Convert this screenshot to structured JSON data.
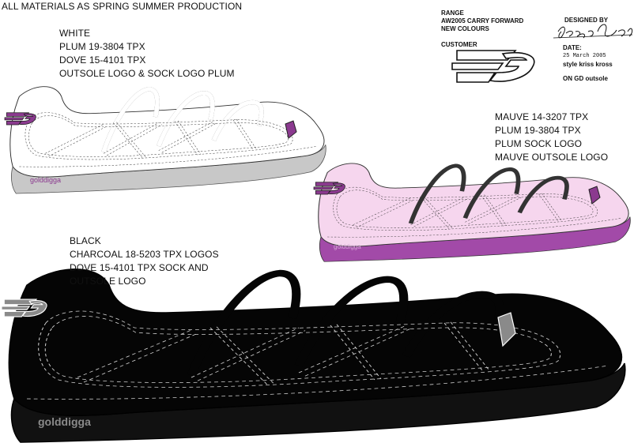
{
  "header": {
    "production_note": "ALL MATERIALS AS SPRING SUMMER PRODUCTION"
  },
  "range_block": {
    "label": "RANGE",
    "line1": "AW2005 CARRY FORWARD",
    "line2": "NEW COLOURS",
    "customer_label": "CUSTOMER"
  },
  "designer_block": {
    "designed_by_label": "DESIGNED BY",
    "date_label": "DATE:",
    "date_value": "25 March 2005",
    "style": "style kriss kross",
    "outsole": "ON GD outsole"
  },
  "colorways": [
    {
      "id": "white",
      "lines": [
        "WHITE",
        "PLUM 19-3804 TPX",
        "DOVE 15-4101 TPX",
        "OUTSOLE LOGO & SOCK LOGO PLUM"
      ],
      "brand": "golddigga"
    },
    {
      "id": "mauve",
      "lines": [
        "MAUVE 14-3207 TPX",
        "PLUM 19-3804 TPX",
        "PLUM SOCK LOGO",
        "MAUVE OUTSOLE LOGO"
      ],
      "brand": "golddigga"
    },
    {
      "id": "black",
      "lines": [
        "BLACK",
        "CHARCOAL 18-5203 TPX LOGOS",
        "DOVE 15-4101 TPX SOCK AND",
        "OUTSOLE LOGO"
      ],
      "brand": "golddigga"
    }
  ],
  "colors": {
    "plum": "#8b3a8f",
    "mauve_upper": "#f6d6ee",
    "mauve_sole": "#a24aa8",
    "dove": "#c8c8c8",
    "black": "#050505",
    "charcoal": "#8a8a8a"
  }
}
